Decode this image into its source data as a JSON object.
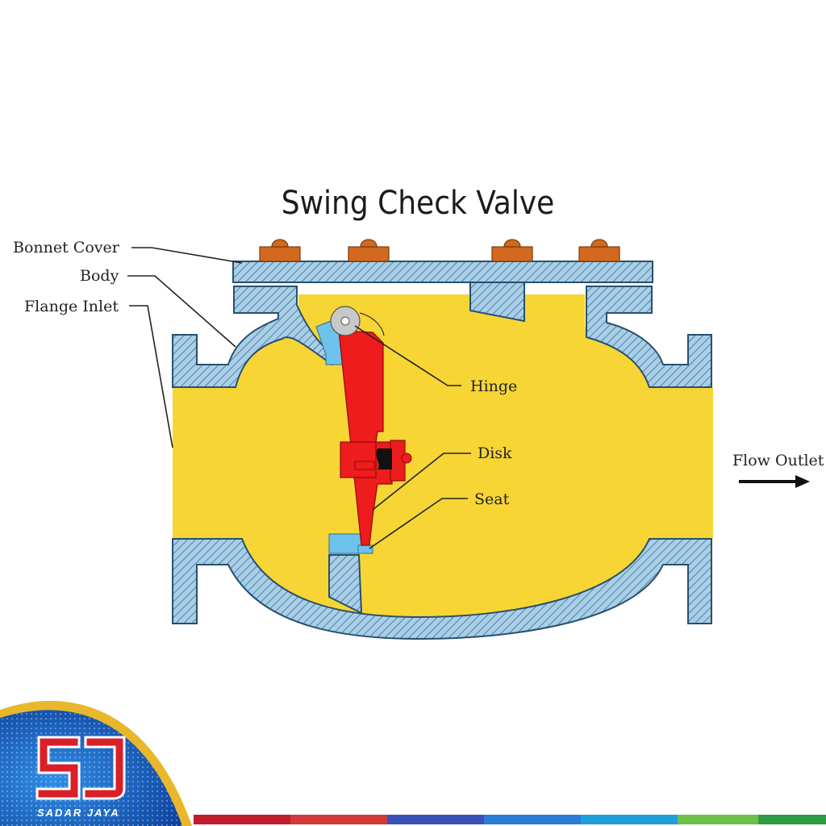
{
  "title": "Swing Check Valve",
  "labels": {
    "bonnet_cover": "Bonnet Cover",
    "body": "Body",
    "flange_inlet": "Flange Inlet",
    "hinge": "Hinge",
    "disk": "Disk",
    "seat": "Seat",
    "flow_outlet": "Flow Outlet"
  },
  "brand": {
    "monogram": "SJ",
    "name": "SADAR JAYA"
  },
  "colors": {
    "fluid": "#f7d535",
    "wall": "#a9cfe8",
    "hatch": "#3c6a8c",
    "disk": "#ee1c1c",
    "seat": "#6fc2ec",
    "bolt": "#d2691e",
    "logo_red": "#d9202a",
    "logo_blue": "#1b4fa8"
  }
}
